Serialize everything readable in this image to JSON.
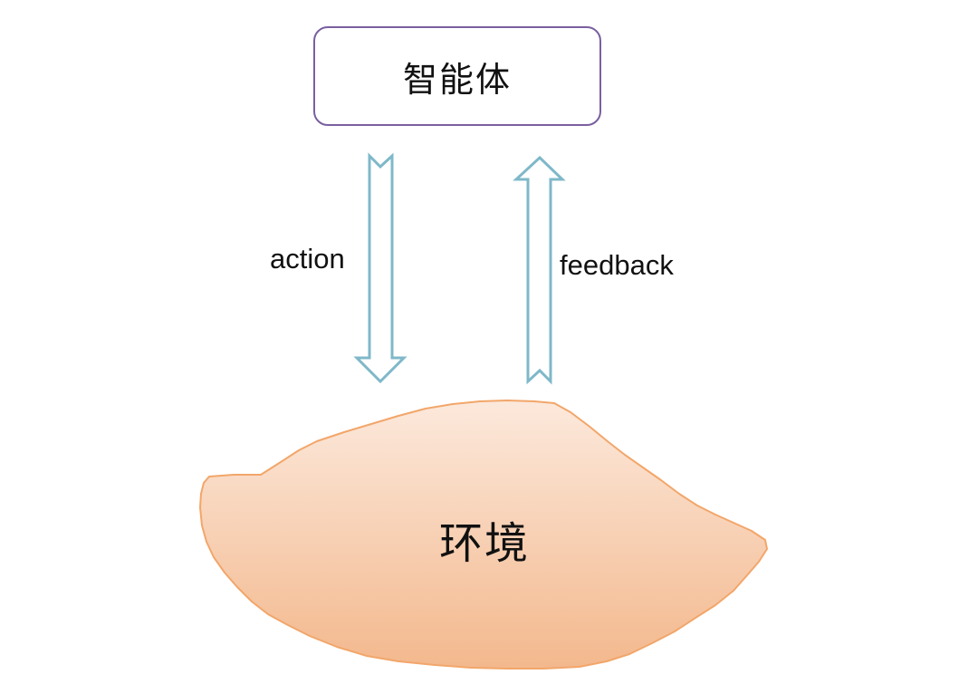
{
  "agent": {
    "label": "智能体",
    "border_color": "#7a5fa0"
  },
  "arrows": {
    "action_label": "action",
    "feedback_label": "feedback",
    "stroke_color": "#7fb8c9"
  },
  "environment": {
    "label": "环境",
    "fill_top": "#fce9dc",
    "fill_bottom": "#f3b88d",
    "stroke_color": "#f2a66a"
  }
}
